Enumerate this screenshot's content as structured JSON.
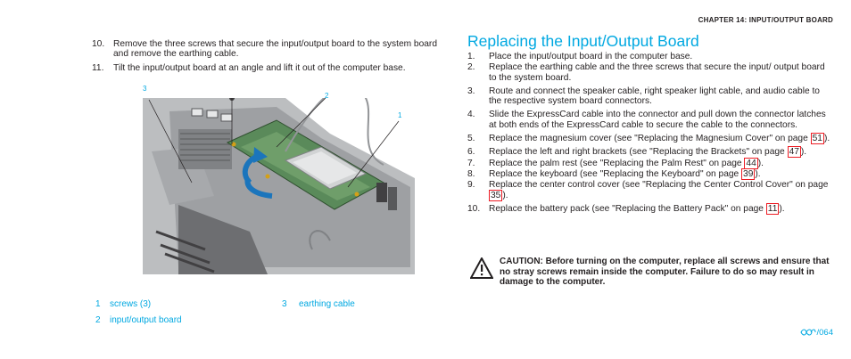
{
  "header": {
    "chapter": "CHAPTER 14: INPUT/OUTPUT BOARD"
  },
  "left_steps": [
    {
      "num": "10.",
      "text": "Remove the three screws that secure the input/output board to the system board and remove the earthing cable."
    },
    {
      "num": "11.",
      "text": "Tilt the input/output board at an angle and lift it out of the computer base."
    }
  ],
  "figure": {
    "callouts": [
      "3",
      "2",
      "1"
    ]
  },
  "legend": [
    {
      "num": "1",
      "label": "screws (3)"
    },
    {
      "num": "2",
      "label": "input/output board"
    },
    {
      "num": "3",
      "label": "earthing cable"
    }
  ],
  "section": {
    "title": "Replacing the Input/Output Board"
  },
  "right_steps": [
    {
      "num": "1.",
      "text": "Place the input/output board in the computer base."
    },
    {
      "num": "2.",
      "text": "Replace the earthing cable and the three screws that secure the input/ output board to the system board."
    },
    {
      "num": "3.",
      "text": "Route and connect the speaker cable, right speaker light cable, and audio cable to the respective system board connectors."
    },
    {
      "num": "4.",
      "text": "Slide the ExpressCard cable into the connector and pull down the connector latches at both ends of the ExpressCard cable to secure the cable to the connectors."
    },
    {
      "num": "5.",
      "pre": "Replace the magnesium cover (see \"Replacing the Magnesium Cover\" on page ",
      "link": "51",
      "post": ")."
    },
    {
      "num": "6.",
      "pre": "Replace the left and right brackets (see \"Replacing the Brackets\" on page ",
      "link": "47",
      "post": ")."
    },
    {
      "num": "7.",
      "pre": "Replace the palm rest (see \"Replacing the Palm Rest\" on page ",
      "link": "44",
      "post": ")."
    },
    {
      "num": "8.",
      "pre": "Replace the keyboard (see \"Replacing the Keyboard\" on page ",
      "link": "39",
      "post": ")."
    },
    {
      "num": "9.",
      "pre": "Replace the center control cover (see \"Replacing the Center Control Cover\" on page ",
      "link": "35",
      "post": ")."
    },
    {
      "num": "10.",
      "pre": "Replace the battery pack (see \"Replacing the Battery Pack\" on page ",
      "link": "11",
      "post": ")."
    }
  ],
  "caution": {
    "text": "CAUTION: Before turning on the computer, replace all screws and ensure that no stray screws remain inside the computer. Failure to do so may result in damage to the computer."
  },
  "footer": {
    "page": "/064",
    "icon": "alienware-logo-icon"
  },
  "colors": {
    "accent": "#00a8e1",
    "link_box": "#ed1c24",
    "text": "#231f20"
  }
}
